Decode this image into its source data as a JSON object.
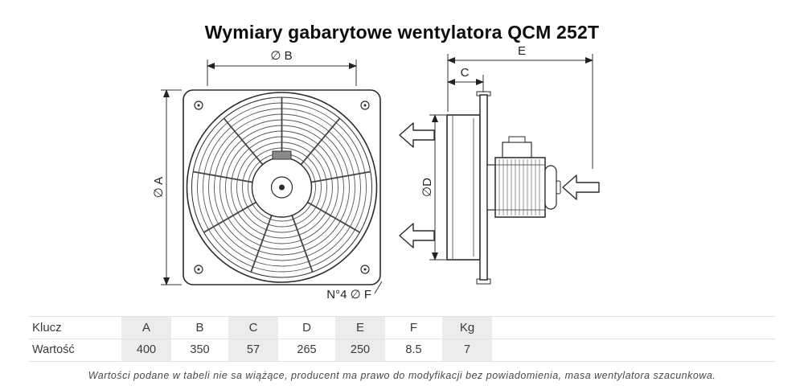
{
  "title": "Wymiary gabarytowe wentylatora QCM 252T",
  "diagram": {
    "labels": {
      "dim_b": "∅ B",
      "dim_a": "∅ A",
      "dim_e": "E",
      "dim_c": "C",
      "dim_d": "∅D",
      "holes_note": "N°4 ∅ F"
    }
  },
  "table": {
    "key_label": "Klucz",
    "value_label": "Wartość",
    "columns": [
      "A",
      "B",
      "C",
      "D",
      "E",
      "F",
      "Kg"
    ],
    "values": [
      "400",
      "350",
      "57",
      "265",
      "250",
      "8.5",
      "7"
    ]
  },
  "footer": "Wartości podane w tabeli nie sa wiążące, producent ma prawo do modyfikacji bez powiadomienia, masa wentylatora szacunkowa."
}
